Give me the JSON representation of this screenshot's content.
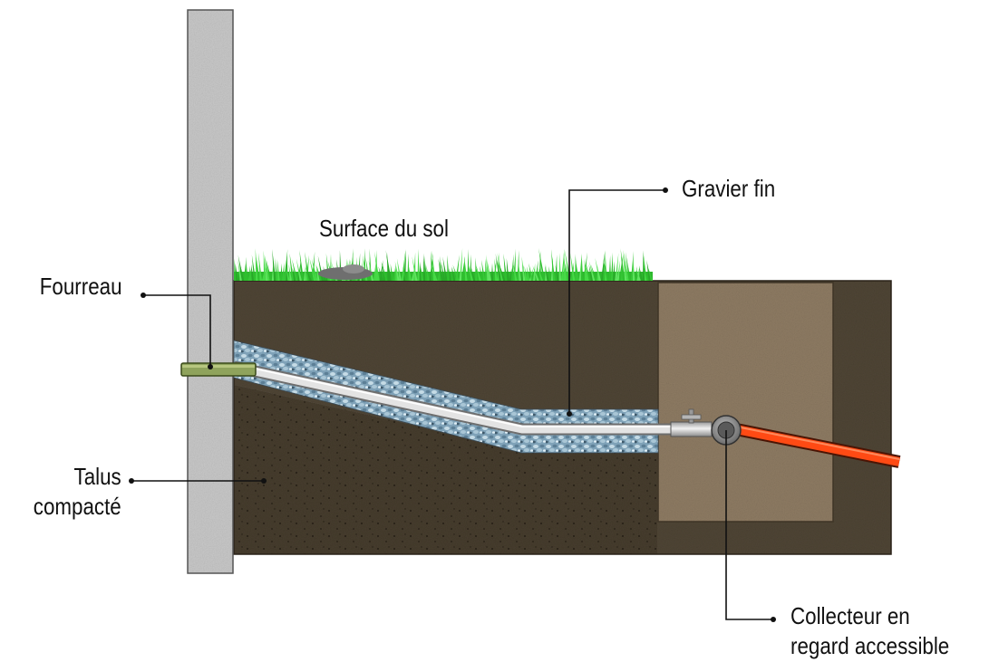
{
  "labels": {
    "surface": "Surface du sol",
    "gravier": "Gravier fin",
    "fourreau": "Fourreau",
    "talus_line1": "Talus",
    "talus_line2": "compacté",
    "collecteur_line1": "Collecteur en",
    "collecteur_line2": "regard accessible"
  },
  "colors": {
    "wall": "#c9c9c9",
    "soil": "#4d4233",
    "soil_lower": "#463b2d",
    "grass": "#33cc33",
    "gravel": "#8fb0c4",
    "pipe": "#cfcfcf",
    "sleeve": "#8aa05a",
    "manhole_fill": "#8c7a62",
    "outlet_pipe": "#ff4a14"
  }
}
